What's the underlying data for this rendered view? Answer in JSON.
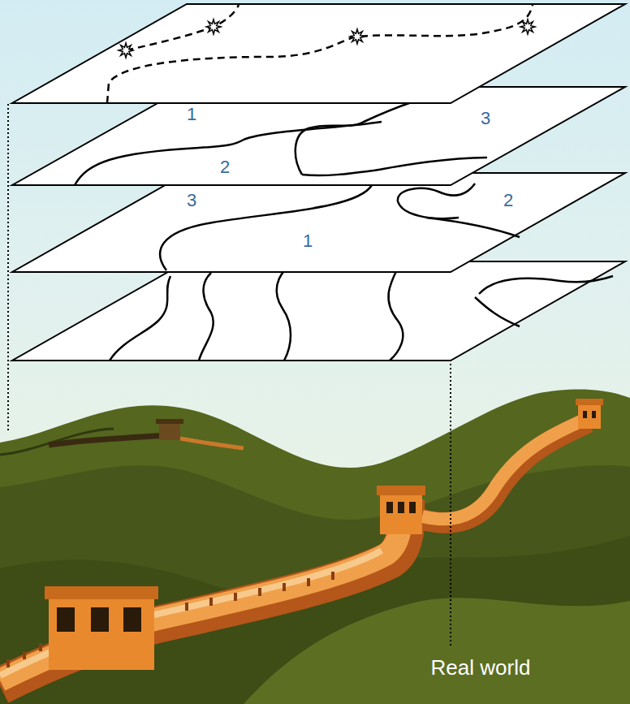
{
  "diagram": {
    "labels": [
      "1",
      "3",
      "2",
      "3",
      "2",
      "1",
      "Real world"
    ]
  }
}
